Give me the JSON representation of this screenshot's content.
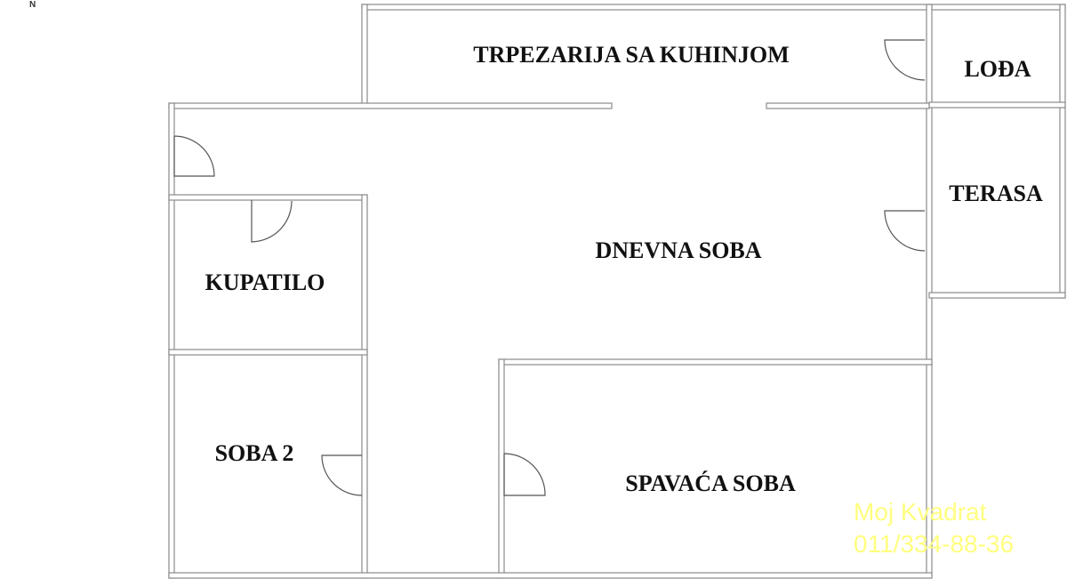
{
  "compass": "N",
  "rooms": {
    "dining_kitchen": "TRPEZARIJA SA KUHINJOM",
    "loggia": "LOĐA",
    "terrace": "TERASA",
    "living_room": "DNEVNA SOBA",
    "bathroom": "KUPATILO",
    "room2": "SOBA 2",
    "bedroom": "SPAVAĆA SOBA"
  },
  "watermark": {
    "name": "Moj Kvadrat",
    "phone": "011/334-88-36",
    "color": "#ffff80"
  },
  "colors": {
    "wall": "#8a8a8a",
    "text": "#111111"
  }
}
